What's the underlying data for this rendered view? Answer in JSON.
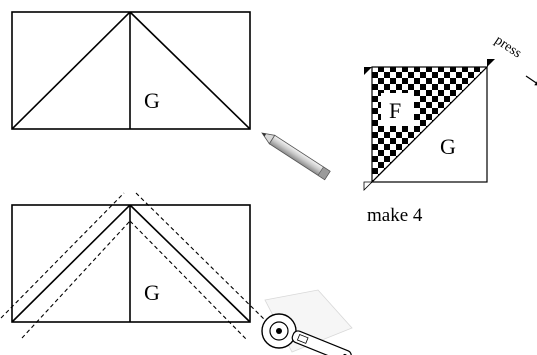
{
  "labels": {
    "top_rect_fabric": "G",
    "bottom_rect_fabric": "G",
    "square_fabric_top": "F",
    "square_fabric_bottom": "G",
    "instruction": "make 4",
    "press": "press"
  },
  "icons": {
    "marking_tool": "pencil-icon",
    "cutting_tool": "rotary-cutter-icon",
    "press_direction": "arrow-right-icon"
  },
  "colors": {
    "line": "#000000",
    "checker_dark": "#000000",
    "checker_light": "#ffffff"
  }
}
